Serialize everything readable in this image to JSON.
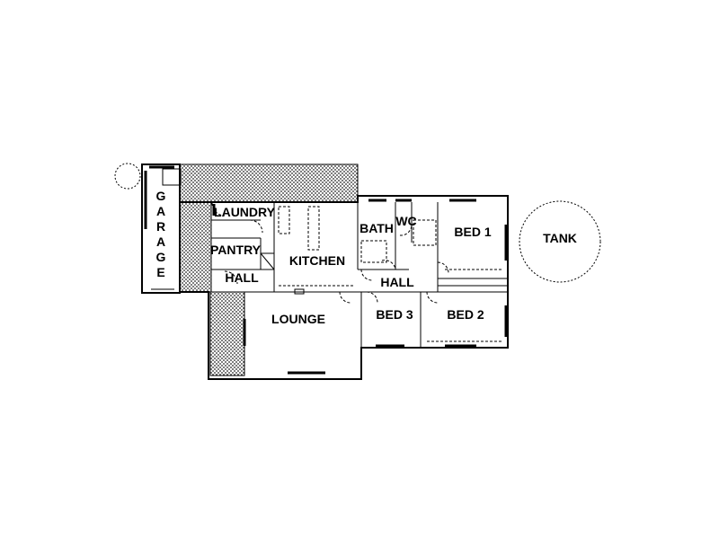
{
  "plan": {
    "rooms": {
      "garage_letters": [
        "G",
        "A",
        "R",
        "A",
        "G",
        "E"
      ],
      "laundry": "LAUNDRY",
      "pantry": "PANTRY",
      "hall_west": "HALL",
      "kitchen": "KITCHEN",
      "bath": "BATH",
      "wc": "WC",
      "hall_east": "HALL",
      "bed1": "BED 1",
      "bed2": "BED 2",
      "bed3": "BED 3",
      "lounge": "LOUNGE",
      "tank": "TANK"
    }
  }
}
